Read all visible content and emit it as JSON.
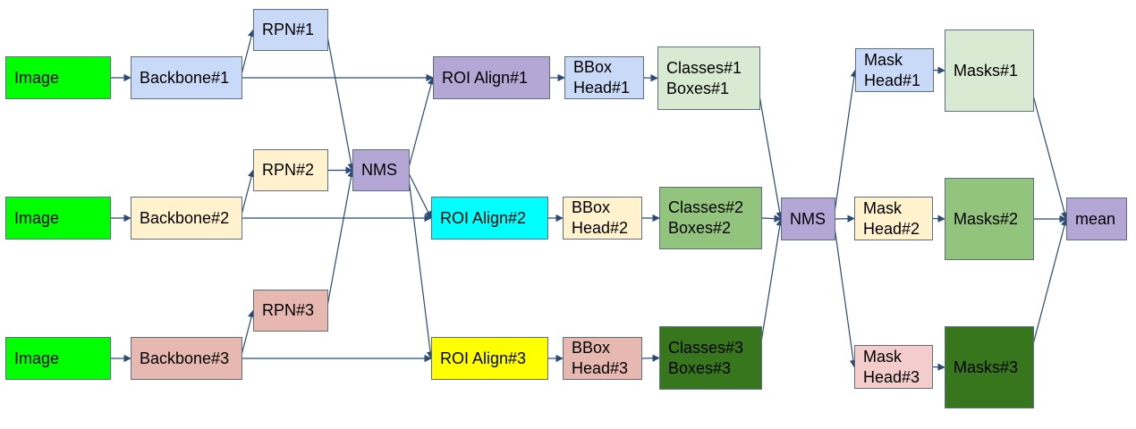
{
  "colors": {
    "edge": "#2b4a75",
    "image": "#00ff00",
    "blue_light": "#c9daf8",
    "yellow_light": "#fff2cc",
    "red_light": "#e6b8af",
    "purple": "#b4a7d6",
    "cyan": "#00ffff",
    "yellow": "#ffff00",
    "green_light": "#d9ead3",
    "green_medium": "#93c47d",
    "green_dark": "#38761d",
    "pink_light": "#f4cccc"
  },
  "nodes": {
    "image_1": {
      "label": "Image",
      "color": "#00ff00"
    },
    "image_2": {
      "label": "Image",
      "color": "#00ff00"
    },
    "image_3": {
      "label": "Image",
      "color": "#00ff00"
    },
    "backbone_1": {
      "label": "Backbone#1",
      "color": "#c9daf8"
    },
    "backbone_2": {
      "label": "Backbone#2",
      "color": "#fff2cc"
    },
    "backbone_3": {
      "label": "Backbone#3",
      "color": "#e6b8af"
    },
    "rpn_1": {
      "label": "RPN#1",
      "color": "#c9daf8"
    },
    "rpn_2": {
      "label": "RPN#2",
      "color": "#fff2cc"
    },
    "rpn_3": {
      "label": "RPN#3",
      "color": "#e6b8af"
    },
    "nms_1": {
      "label": "NMS",
      "color": "#b4a7d6"
    },
    "roi_align_1": {
      "label": "ROI Align#1",
      "color": "#b4a7d6"
    },
    "roi_align_2": {
      "label": "ROI Align#2",
      "color": "#00ffff"
    },
    "roi_align_3": {
      "label": "ROI Align#3",
      "color": "#ffff00"
    },
    "bbox_head_1": {
      "label": "BBox\nHead#1",
      "color": "#c9daf8"
    },
    "bbox_head_2": {
      "label": "BBox\nHead#2",
      "color": "#fff2cc"
    },
    "bbox_head_3": {
      "label": "BBox\nHead#3",
      "color": "#e6b8af"
    },
    "classes_boxes_1": {
      "label": "Classes#1\nBoxes#1",
      "color": "#d9ead3"
    },
    "classes_boxes_2": {
      "label": "Classes#2\nBoxes#2",
      "color": "#93c47d"
    },
    "classes_boxes_3": {
      "label": "Classes#3\nBoxes#3",
      "color": "#38761d"
    },
    "nms_2": {
      "label": "NMS",
      "color": "#b4a7d6"
    },
    "mask_head_1": {
      "label": "Mask\nHead#1",
      "color": "#c9daf8"
    },
    "mask_head_2": {
      "label": "Mask\nHead#2",
      "color": "#fff2cc"
    },
    "mask_head_3": {
      "label": "Mask\nHead#3",
      "color": "#f4cccc"
    },
    "masks_1": {
      "label": "Masks#1",
      "color": "#d9ead3"
    },
    "masks_2": {
      "label": "Masks#2",
      "color": "#93c47d"
    },
    "masks_3": {
      "label": "Masks#3",
      "color": "#38761d"
    },
    "mean": {
      "label": "mean",
      "color": "#b4a7d6"
    }
  },
  "edges": [
    [
      "image_1",
      "backbone_1"
    ],
    [
      "image_2",
      "backbone_2"
    ],
    [
      "image_3",
      "backbone_3"
    ],
    [
      "backbone_1",
      "rpn_1"
    ],
    [
      "backbone_2",
      "rpn_2"
    ],
    [
      "backbone_3",
      "rpn_3"
    ],
    [
      "backbone_1",
      "roi_align_1"
    ],
    [
      "backbone_2",
      "roi_align_2"
    ],
    [
      "backbone_3",
      "roi_align_3"
    ],
    [
      "rpn_1",
      "nms_1"
    ],
    [
      "rpn_2",
      "nms_1"
    ],
    [
      "rpn_3",
      "nms_1"
    ],
    [
      "nms_1",
      "roi_align_1"
    ],
    [
      "nms_1",
      "roi_align_2"
    ],
    [
      "nms_1",
      "roi_align_3"
    ],
    [
      "roi_align_1",
      "bbox_head_1"
    ],
    [
      "roi_align_2",
      "bbox_head_2"
    ],
    [
      "roi_align_3",
      "bbox_head_3"
    ],
    [
      "bbox_head_1",
      "classes_boxes_1"
    ],
    [
      "bbox_head_2",
      "classes_boxes_2"
    ],
    [
      "bbox_head_3",
      "classes_boxes_3"
    ],
    [
      "classes_boxes_1",
      "nms_2"
    ],
    [
      "classes_boxes_2",
      "nms_2"
    ],
    [
      "classes_boxes_3",
      "nms_2"
    ],
    [
      "nms_2",
      "mask_head_1"
    ],
    [
      "nms_2",
      "mask_head_2"
    ],
    [
      "nms_2",
      "mask_head_3"
    ],
    [
      "mask_head_1",
      "masks_1"
    ],
    [
      "mask_head_2",
      "masks_2"
    ],
    [
      "mask_head_3",
      "masks_3"
    ],
    [
      "masks_1",
      "mean"
    ],
    [
      "masks_2",
      "mean"
    ],
    [
      "masks_3",
      "mean"
    ]
  ]
}
